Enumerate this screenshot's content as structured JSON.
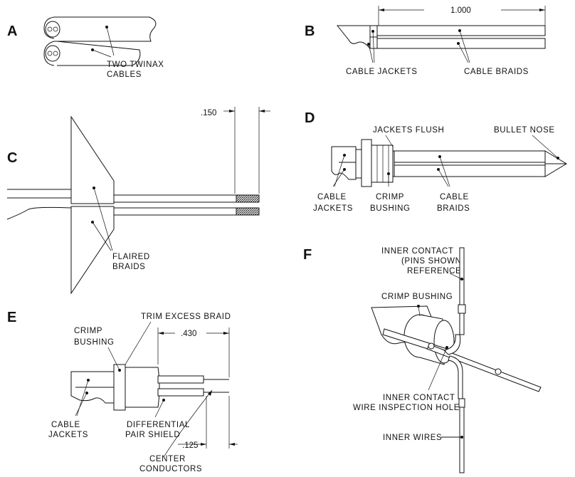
{
  "panels": {
    "a": {
      "letter": "A",
      "label_line1": "TWO TWINAX",
      "label_line2": "CABLES"
    },
    "b": {
      "letter": "B",
      "dimension": "1.000",
      "label_jackets": "CABLE JACKETS",
      "label_braids": "CABLE BRAIDS"
    },
    "c": {
      "letter": "C",
      "dimension": ".150",
      "label_line1": "FLAIRED",
      "label_line2": "BRAIDS"
    },
    "d": {
      "letter": "D",
      "label_jackets_flush": "JACKETS FLUSH",
      "label_bullet_nose": "BULLET NOSE",
      "label_cable_jackets_1": "CABLE",
      "label_cable_jackets_2": "JACKETS",
      "label_crimp_1": "CRIMP",
      "label_crimp_2": "BUSHING",
      "label_braids_1": "CABLE",
      "label_braids_2": "BRAIDS"
    },
    "e": {
      "letter": "E",
      "label_trim": "TRIM EXCESS BRAID",
      "label_crimp_1": "CRIMP",
      "label_crimp_2": "BUSHING",
      "dimension_top": ".430",
      "label_jackets_1": "CABLE",
      "label_jackets_2": "JACKETS",
      "label_shield_1": "DIFFERENTIAL",
      "label_shield_2": "PAIR SHIELD",
      "dimension_bottom": ".125",
      "label_center_1": "CENTER",
      "label_center_2": "CONDUCTORS"
    },
    "f": {
      "letter": "F",
      "label_inner_contact_1": "INNER CONTACT",
      "label_inner_contact_2": "(PINS SHOWN",
      "label_inner_contact_3": "REFERENCE)",
      "label_crimp": "CRIMP BUSHING",
      "label_inspection_1": "INNER CONTACT",
      "label_inspection_2": "WIRE INSPECTION HOLE",
      "label_inner_wires": "INNER WIRES"
    }
  }
}
